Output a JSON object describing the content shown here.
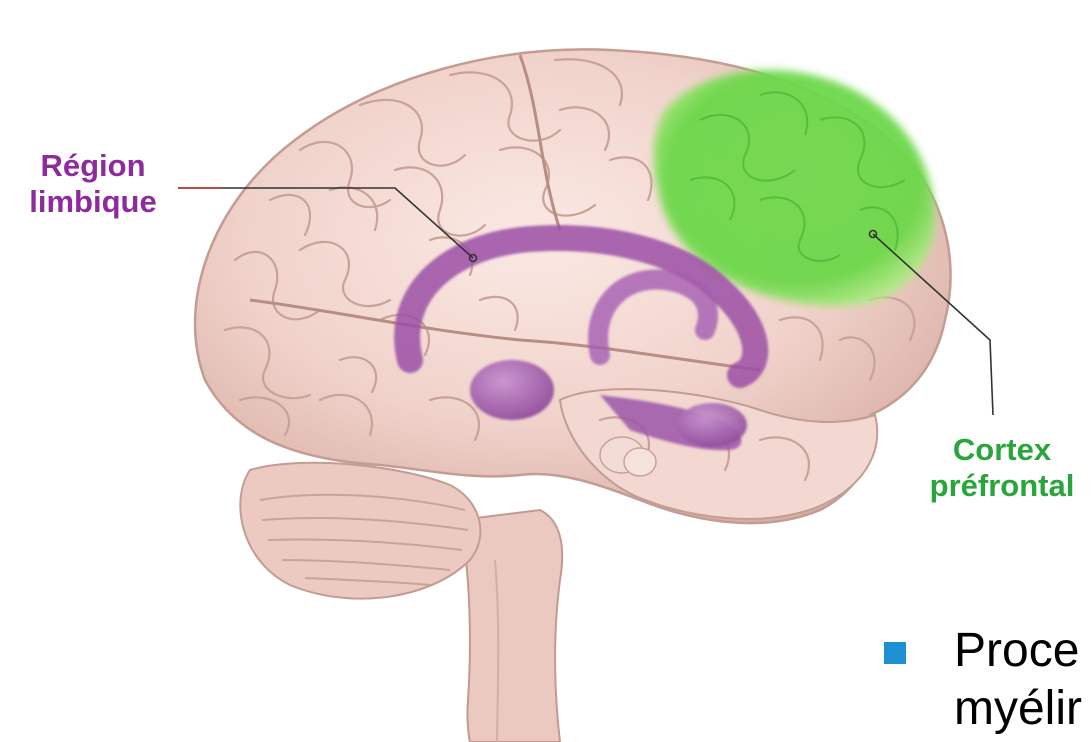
{
  "labels": {
    "limbic_line1": "Région",
    "limbic_line2": "limbique",
    "prefrontal_line1": "Cortex",
    "prefrontal_line2": "préfrontal"
  },
  "bullet": {
    "line1": "Proce",
    "line2": "myélir"
  },
  "colors": {
    "limbic": "#8e2a9e",
    "prefrontal": "#2aa53c",
    "brain_tissue": "#f1d6cf",
    "brain_fold": "#c9a29a",
    "limbic_fill": "#9b4fa6",
    "prefrontal_fill": "#6bd94a",
    "bullet_square": "#1e8fd0",
    "leader_line": "#333333"
  },
  "icons": {
    "bullet": "square-bullet-icon",
    "brain": "brain-illustration"
  }
}
